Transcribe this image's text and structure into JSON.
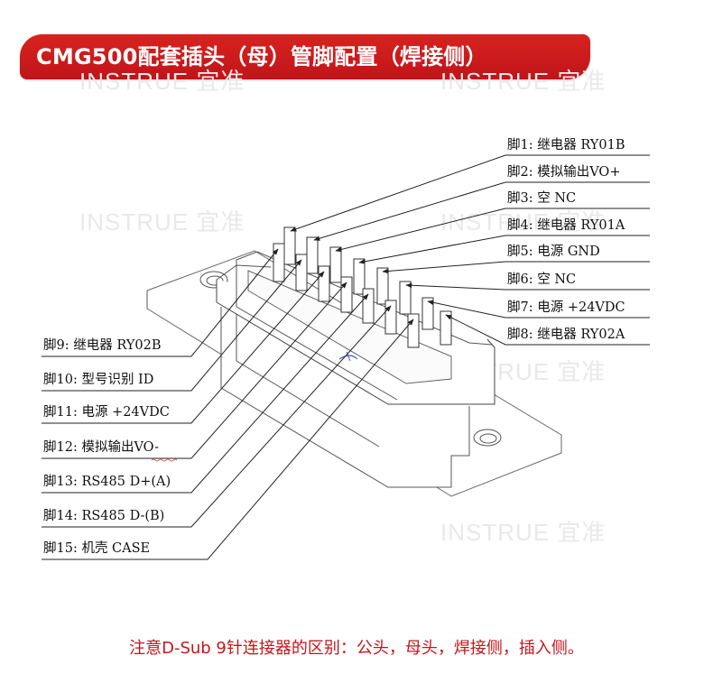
{
  "header": {
    "title": "CMG500配套插头（母）管脚配置（焊接侧）",
    "color": "#c4161c"
  },
  "watermarks": [
    "INSTRUE 宜准",
    "INSTRUE 宜准",
    "INSTRUE 宜准",
    "INSTRUE 宜准",
    "INSTRUE 宜准",
    "INSTRUE 宜准"
  ],
  "pins_right": [
    {
      "label": "脚1: 继电器 RY01B"
    },
    {
      "label": "脚2: 模拟输出VO+"
    },
    {
      "label": "脚3: 空 NC"
    },
    {
      "label": "脚4: 继电器 RY01A"
    },
    {
      "label": "脚5: 电源 GND"
    },
    {
      "label": "脚6: 空 NC"
    },
    {
      "label": "脚7: 电源 +24VDC"
    },
    {
      "label": "脚8: 继电器 RY02A"
    }
  ],
  "pins_left": [
    {
      "label": "脚9: 继电器 RY02B"
    },
    {
      "label": "脚10: 型号识别 ID"
    },
    {
      "label": "脚11: 电源 +24VDC"
    },
    {
      "label": "脚12: 模拟输出VO-"
    },
    {
      "label": "脚13: RS485 D+(A)"
    },
    {
      "label": "脚14: RS485 D-(B)"
    },
    {
      "label": "脚15: 机壳 CASE"
    }
  ],
  "footer": {
    "note": "注意D-Sub 9针连接器的区别：公头，母头，焊接侧，插入侧。"
  }
}
